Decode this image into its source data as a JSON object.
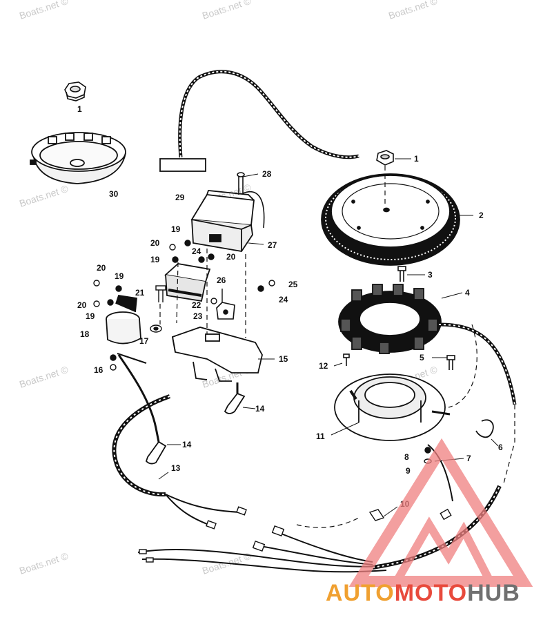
{
  "watermark": {
    "text": "Boats.net ©"
  },
  "brand": {
    "prefix": "AUTO",
    "middle": "MOTO",
    "suffix": "HUB",
    "colors": {
      "prefix": "#f0a030",
      "middle": "#e84a3c",
      "suffix": "#707070"
    }
  },
  "callouts": [
    {
      "label": "1"
    },
    {
      "label": "30"
    },
    {
      "label": "29"
    },
    {
      "label": "28"
    },
    {
      "label": "1"
    },
    {
      "label": "2"
    },
    {
      "label": "27"
    },
    {
      "label": "19"
    },
    {
      "label": "20"
    },
    {
      "label": "24"
    },
    {
      "label": "19"
    },
    {
      "label": "20"
    },
    {
      "label": "20"
    },
    {
      "label": "19"
    },
    {
      "label": "21"
    },
    {
      "label": "26"
    },
    {
      "label": "25"
    },
    {
      "label": "24"
    },
    {
      "label": "22"
    },
    {
      "label": "23"
    },
    {
      "label": "20"
    },
    {
      "label": "19"
    },
    {
      "label": "18"
    },
    {
      "label": "17"
    },
    {
      "label": "3"
    },
    {
      "label": "4"
    },
    {
      "label": "15"
    },
    {
      "label": "16"
    },
    {
      "label": "12"
    },
    {
      "label": "5"
    },
    {
      "label": "14"
    },
    {
      "label": "11"
    },
    {
      "label": "6"
    },
    {
      "label": "14"
    },
    {
      "label": "8"
    },
    {
      "label": "7"
    },
    {
      "label": "9"
    },
    {
      "label": "13"
    },
    {
      "label": "10"
    }
  ]
}
